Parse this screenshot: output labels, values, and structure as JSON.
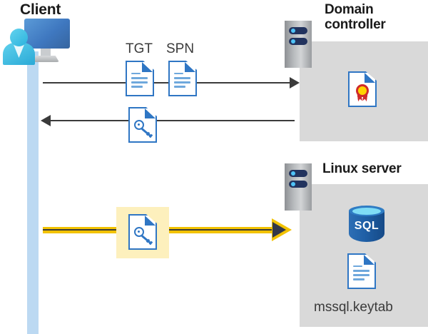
{
  "diagram": {
    "title_client": "Client",
    "title_domain_controller": "Domain\ncontroller",
    "title_linux_server": "Linux server",
    "keytab_filename": "mssql.keytab",
    "sql_label": "SQL",
    "ticket_labels": {
      "tgt": "TGT",
      "spn": "SPN"
    },
    "icons": {
      "client": "user-computer-icon",
      "domain_controller_rack": "server-rack-icon",
      "linux_server_rack": "server-rack-icon",
      "tgt_document": "document-icon",
      "spn_document": "document-icon",
      "service_ticket": "key-document-icon",
      "kerberos_key": "key-document-icon",
      "certificate": "certificate-document-icon",
      "database": "sql-database-icon",
      "keytab_file": "document-icon"
    },
    "colors": {
      "panel_gray": "#d9d9d9",
      "lifeline_blue": "#bcd9f2",
      "arrow_black": "#3b3b3b",
      "arrow_yellow": "#f2c200",
      "highlight_yellow": "#fdf0bd",
      "doc_blue": "#2f76c4",
      "monitor_blue": "#3f78c0",
      "person_cyan": "#2aa9d6",
      "sql_blue": "#1f5fa6",
      "cert_red": "#cf2a2a",
      "cert_gold": "#ffd400",
      "rack_slot_navy": "#22335e",
      "rack_led_blue": "#4fc3f7"
    },
    "flows": [
      {
        "name": "request-tgt-spn",
        "direction": "right",
        "from": "Client",
        "to": "Domain controller",
        "style": "black-line",
        "carries": [
          "TGT",
          "SPN"
        ]
      },
      {
        "name": "return-service-ticket",
        "direction": "left",
        "from": "Domain controller",
        "to": "Client",
        "style": "black-line",
        "carries": [
          "service ticket"
        ]
      },
      {
        "name": "authenticate-to-linux-server",
        "direction": "right",
        "from": "Client",
        "to": "Linux server",
        "style": "yellow-highlighted-line",
        "carries": [
          "kerberos key"
        ]
      }
    ]
  }
}
